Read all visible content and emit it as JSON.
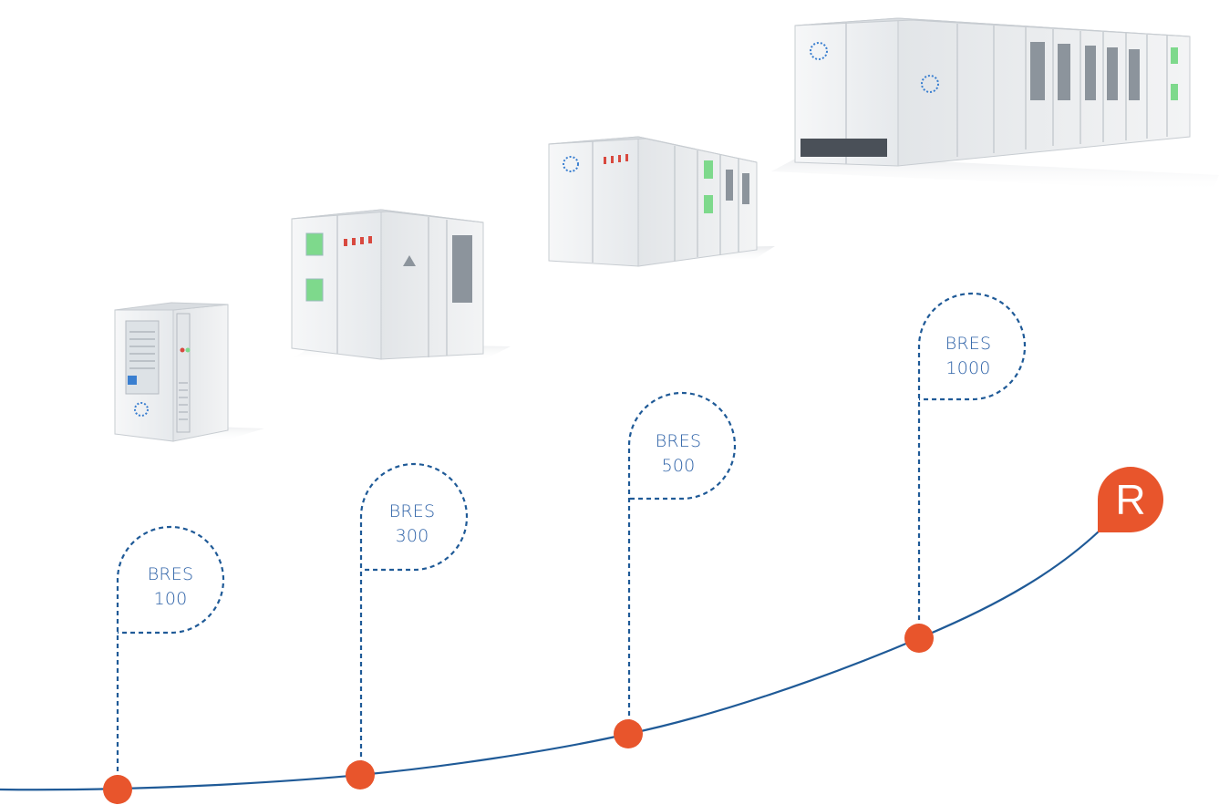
{
  "milestones": [
    {
      "name": "BRES",
      "number": "100"
    },
    {
      "name": "BRES",
      "number": "300"
    },
    {
      "name": "BRES",
      "number": "500"
    },
    {
      "name": "BRES",
      "number": "1000"
    }
  ],
  "badge": {
    "letter": "R"
  },
  "colors": {
    "curve": "#1f5a97",
    "dots": "#e8552c",
    "dashed": "#1f5a97",
    "text": "#2f63a8",
    "cabinet": "#eef0f1",
    "cabinet_edge": "#c7ccd1",
    "accent_green": "#7ed98c",
    "accent_red": "#d8493f",
    "logo_blue": "#3a7fd0"
  },
  "cabinets": [
    {
      "name": "BRES 100 cabinet"
    },
    {
      "name": "BRES 300 container"
    },
    {
      "name": "BRES 500 container"
    },
    {
      "name": "BRES 1000 container"
    }
  ]
}
